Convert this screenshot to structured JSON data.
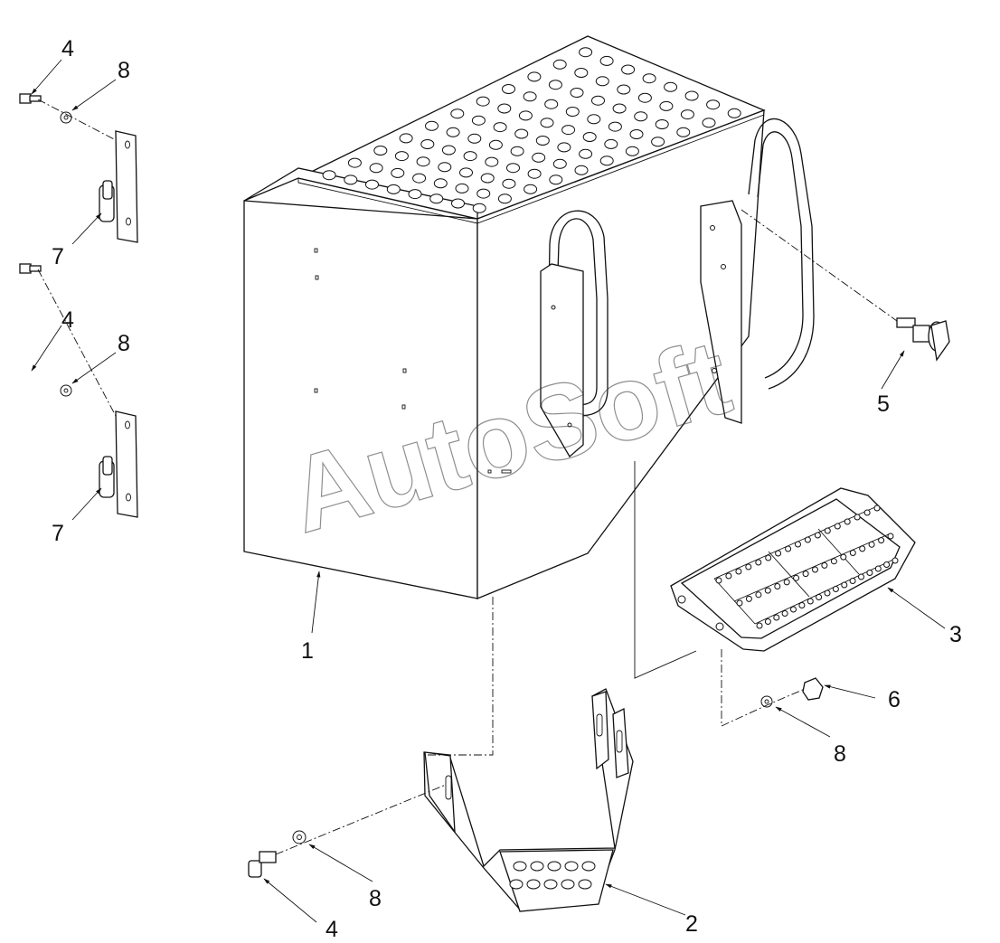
{
  "watermark": "AutoSoft",
  "callouts": [
    {
      "id": "c1",
      "label": "1"
    },
    {
      "id": "c2",
      "label": "2"
    },
    {
      "id": "c3",
      "label": "3"
    },
    {
      "id": "c4a",
      "label": "4"
    },
    {
      "id": "c4b",
      "label": "4"
    },
    {
      "id": "c4c",
      "label": "4"
    },
    {
      "id": "c5",
      "label": "5"
    },
    {
      "id": "c6",
      "label": "6"
    },
    {
      "id": "c7a",
      "label": "7"
    },
    {
      "id": "c7b",
      "label": "7"
    },
    {
      "id": "c8a",
      "label": "8"
    },
    {
      "id": "c8b",
      "label": "8"
    },
    {
      "id": "c8c",
      "label": "8"
    },
    {
      "id": "c8d",
      "label": "8"
    }
  ]
}
